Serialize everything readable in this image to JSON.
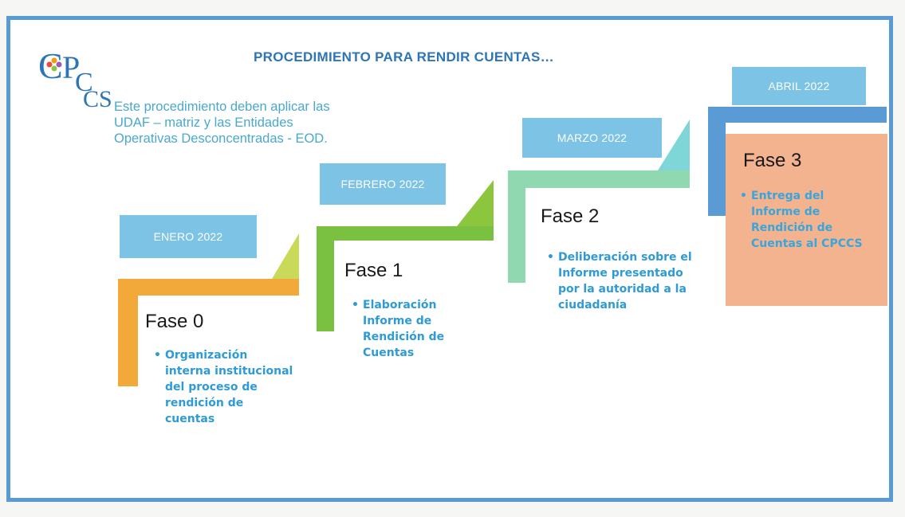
{
  "header": {
    "logo_text": "CPCCS",
    "title": "PROCEDIMIENTO PARA RENDIR CUENTAS…",
    "intro": "Este procedimiento deben aplicar las UDAF – matriz y las Entidades Operativas Desconcentradas - EOD."
  },
  "phases": [
    {
      "date": "ENERO 2022",
      "title": "Fase 0",
      "bullet": "•",
      "description": "Organización interna institucional del proceso de rendición de cuentas",
      "color": "#f3a93a"
    },
    {
      "date": "FEBRERO 2022",
      "title": "Fase 1",
      "bullet": "•",
      "description": "Elaboración Informe de Rendición de Cuentas",
      "color": "#8cc63f"
    },
    {
      "date": "MARZO 2022",
      "title": "Fase 2",
      "bullet": "•",
      "description": "Deliberación sobre el Informe presentado por la autoridad a la ciudadanía",
      "color": "#8fd8b0"
    },
    {
      "date": "ABRIL 2022",
      "title": "Fase 3",
      "bullet": "•",
      "description": "Entrega del Informe de Rendición de Cuentas al CPCCS",
      "color": "#5b9bd5"
    }
  ],
  "colors": {
    "border": "#5b9bd5",
    "title_blue": "#2e75b6",
    "intro_blue": "#4aa8cf",
    "date_box": "#7dc3e5",
    "fase3_box": "#f2b38e",
    "body_text": "#2e9bd6"
  }
}
